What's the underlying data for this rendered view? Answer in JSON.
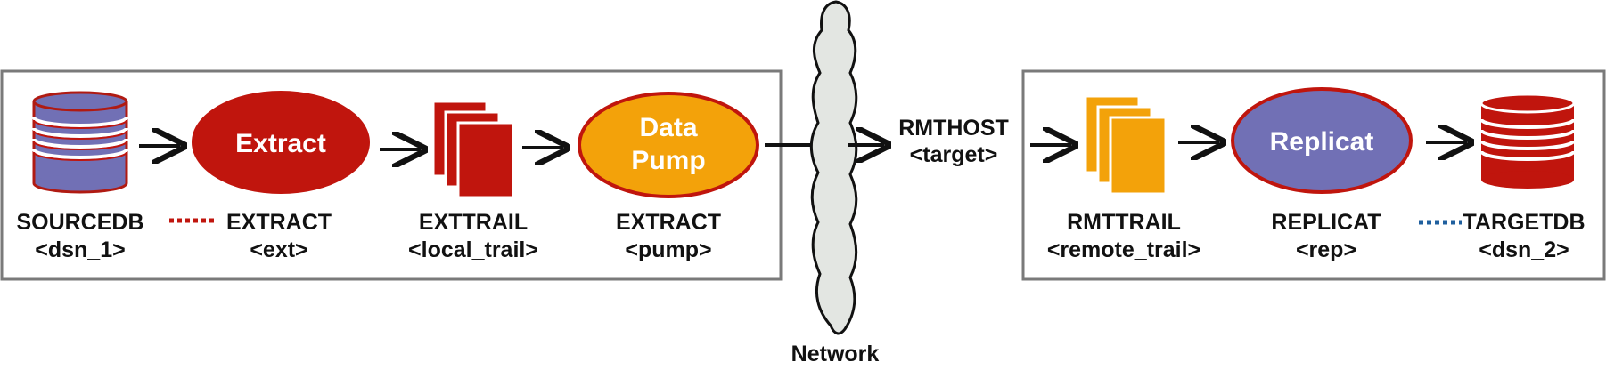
{
  "colors": {
    "red": "#c0150d",
    "red_stroke": "#7a0a05",
    "orange": "#f3a20a",
    "purple": "#7170b5",
    "blue_link": "#1f5f9e",
    "box_border": "#7a7a7a",
    "cloud_fill": "#e3e6e2"
  },
  "source": {
    "db_label": "SOURCEDB",
    "db_sub": "<dsn_1>",
    "extract_node": "Extract",
    "extract_label": "EXTRACT",
    "extract_sub": "<ext>",
    "trail_label": "EXTTRAIL",
    "trail_sub": "<local_trail>",
    "pump_node_line1": "Data",
    "pump_node_line2": "Pump",
    "pump_label": "EXTRACT",
    "pump_sub": "<pump>"
  },
  "network": {
    "label": "Network",
    "rmthost_label": "RMTHOST",
    "rmthost_sub": "<target>"
  },
  "target": {
    "trail_label": "RMTTRAIL",
    "trail_sub": "<remote_trail>",
    "replicat_node": "Replicat",
    "replicat_label": "REPLICAT",
    "replicat_sub": "<rep>",
    "db_label": "TARGETDB",
    "db_sub": "<dsn_2>"
  },
  "icons": [
    "database-icon",
    "trail-files-icon",
    "network-cloud-icon",
    "arrow-icon"
  ]
}
